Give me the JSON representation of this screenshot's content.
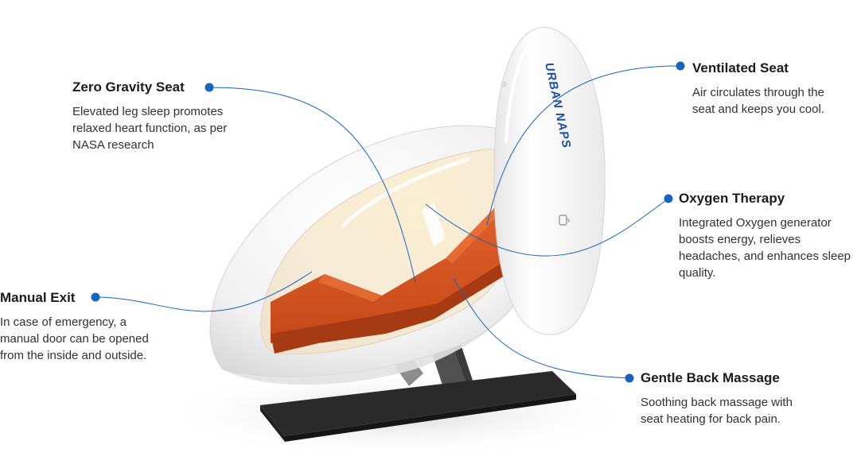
{
  "brand": {
    "logo_text": "URBAN NAPS",
    "accent_color": "#1565c0",
    "seat_color": "#d9531c"
  },
  "features": {
    "zero_gravity": {
      "title": "Zero Gravity Seat",
      "description": "Elevated leg sleep promotes relaxed heart function, as per NASA research"
    },
    "manual_exit": {
      "title": "Manual Exit",
      "description": "In case of emergency, a manual door can be opened from the inside and outside."
    },
    "ventilated_seat": {
      "title": "Ventilated Seat",
      "description": "Air circulates through the seat and keeps you cool."
    },
    "oxygen_therapy": {
      "title": "Oxygen Therapy",
      "description": "Integrated Oxygen generator boosts energy, relieves headaches, and enhances sleep quality."
    },
    "back_massage": {
      "title": "Gentle Back Massage",
      "description": "Soothing back massage with seat heating for back pain."
    }
  }
}
